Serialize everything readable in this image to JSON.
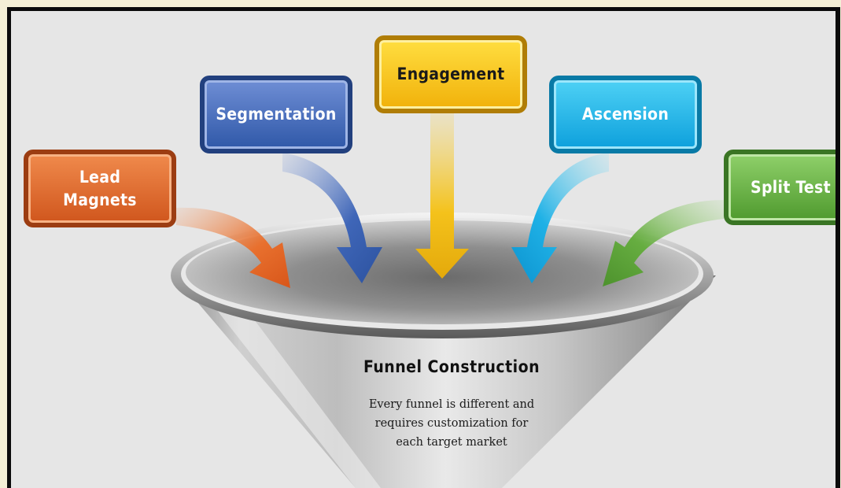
{
  "diagram": {
    "boxes": [
      {
        "id": "lead",
        "label": "Lead\nMagnets",
        "color": "#e46a2b"
      },
      {
        "id": "seg",
        "label": "Segmentation",
        "color": "#3b63b5"
      },
      {
        "id": "eng",
        "label": "Engagement",
        "color": "#f4c21b"
      },
      {
        "id": "asc",
        "label": "Ascension",
        "color": "#17a9e3"
      },
      {
        "id": "split",
        "label": "Split Test",
        "color": "#5fa63b"
      }
    ],
    "funnel": {
      "title": "Funnel Construction",
      "description": "Every funnel is different and\nrequires customization for\neach target market"
    }
  }
}
